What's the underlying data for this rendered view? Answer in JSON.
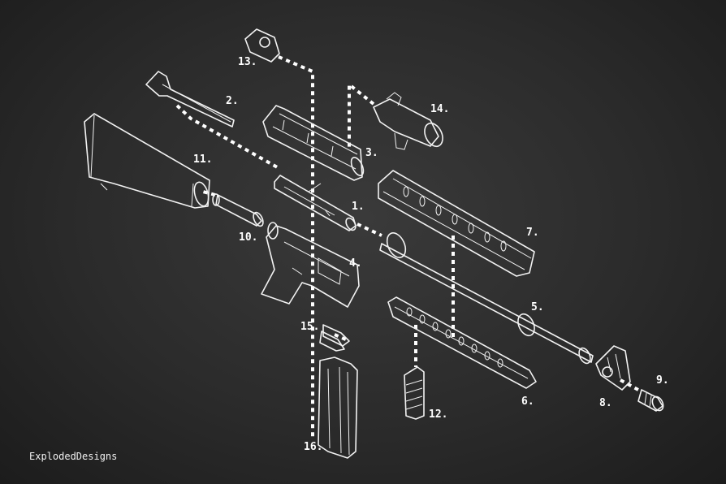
{
  "brand": "ExplodedDesigns",
  "colors": {
    "background": "#2b2b2b",
    "linework": "#f2f2f2"
  },
  "callouts": [
    "1.",
    "2.",
    "3.",
    "4.",
    "5.",
    "6.",
    "7.",
    "8.",
    "9.",
    "10.",
    "11.",
    "12.",
    "13.",
    "14.",
    "15.",
    "16."
  ]
}
